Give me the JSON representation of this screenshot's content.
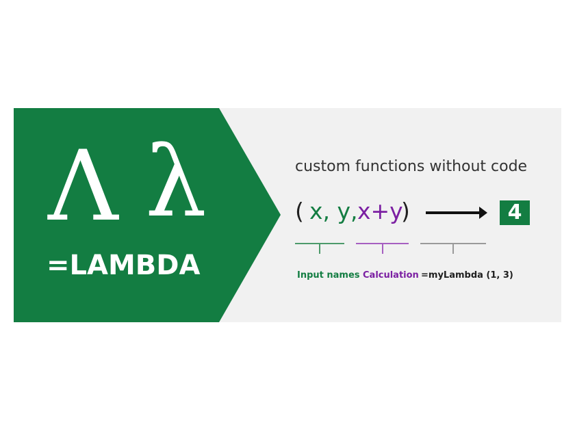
{
  "brand_color": "#137d42",
  "calc_color": "#7b1fa2",
  "background_color": "#f1f1f1",
  "logo": {
    "glyph_upper": "Λ",
    "glyph_lower": "λ",
    "label": "=LAMBDA"
  },
  "tagline": "custom functions without code",
  "formula": {
    "open_paren": "(",
    "inputs": "x, y,",
    "calculation": "x+y",
    "close_paren": ")",
    "result": "4"
  },
  "captions": {
    "input_names": "Input names",
    "calculation": "Calculation",
    "example": "=myLambda (1, 3)"
  },
  "icons": {
    "arrow": "right-arrow-icon"
  }
}
